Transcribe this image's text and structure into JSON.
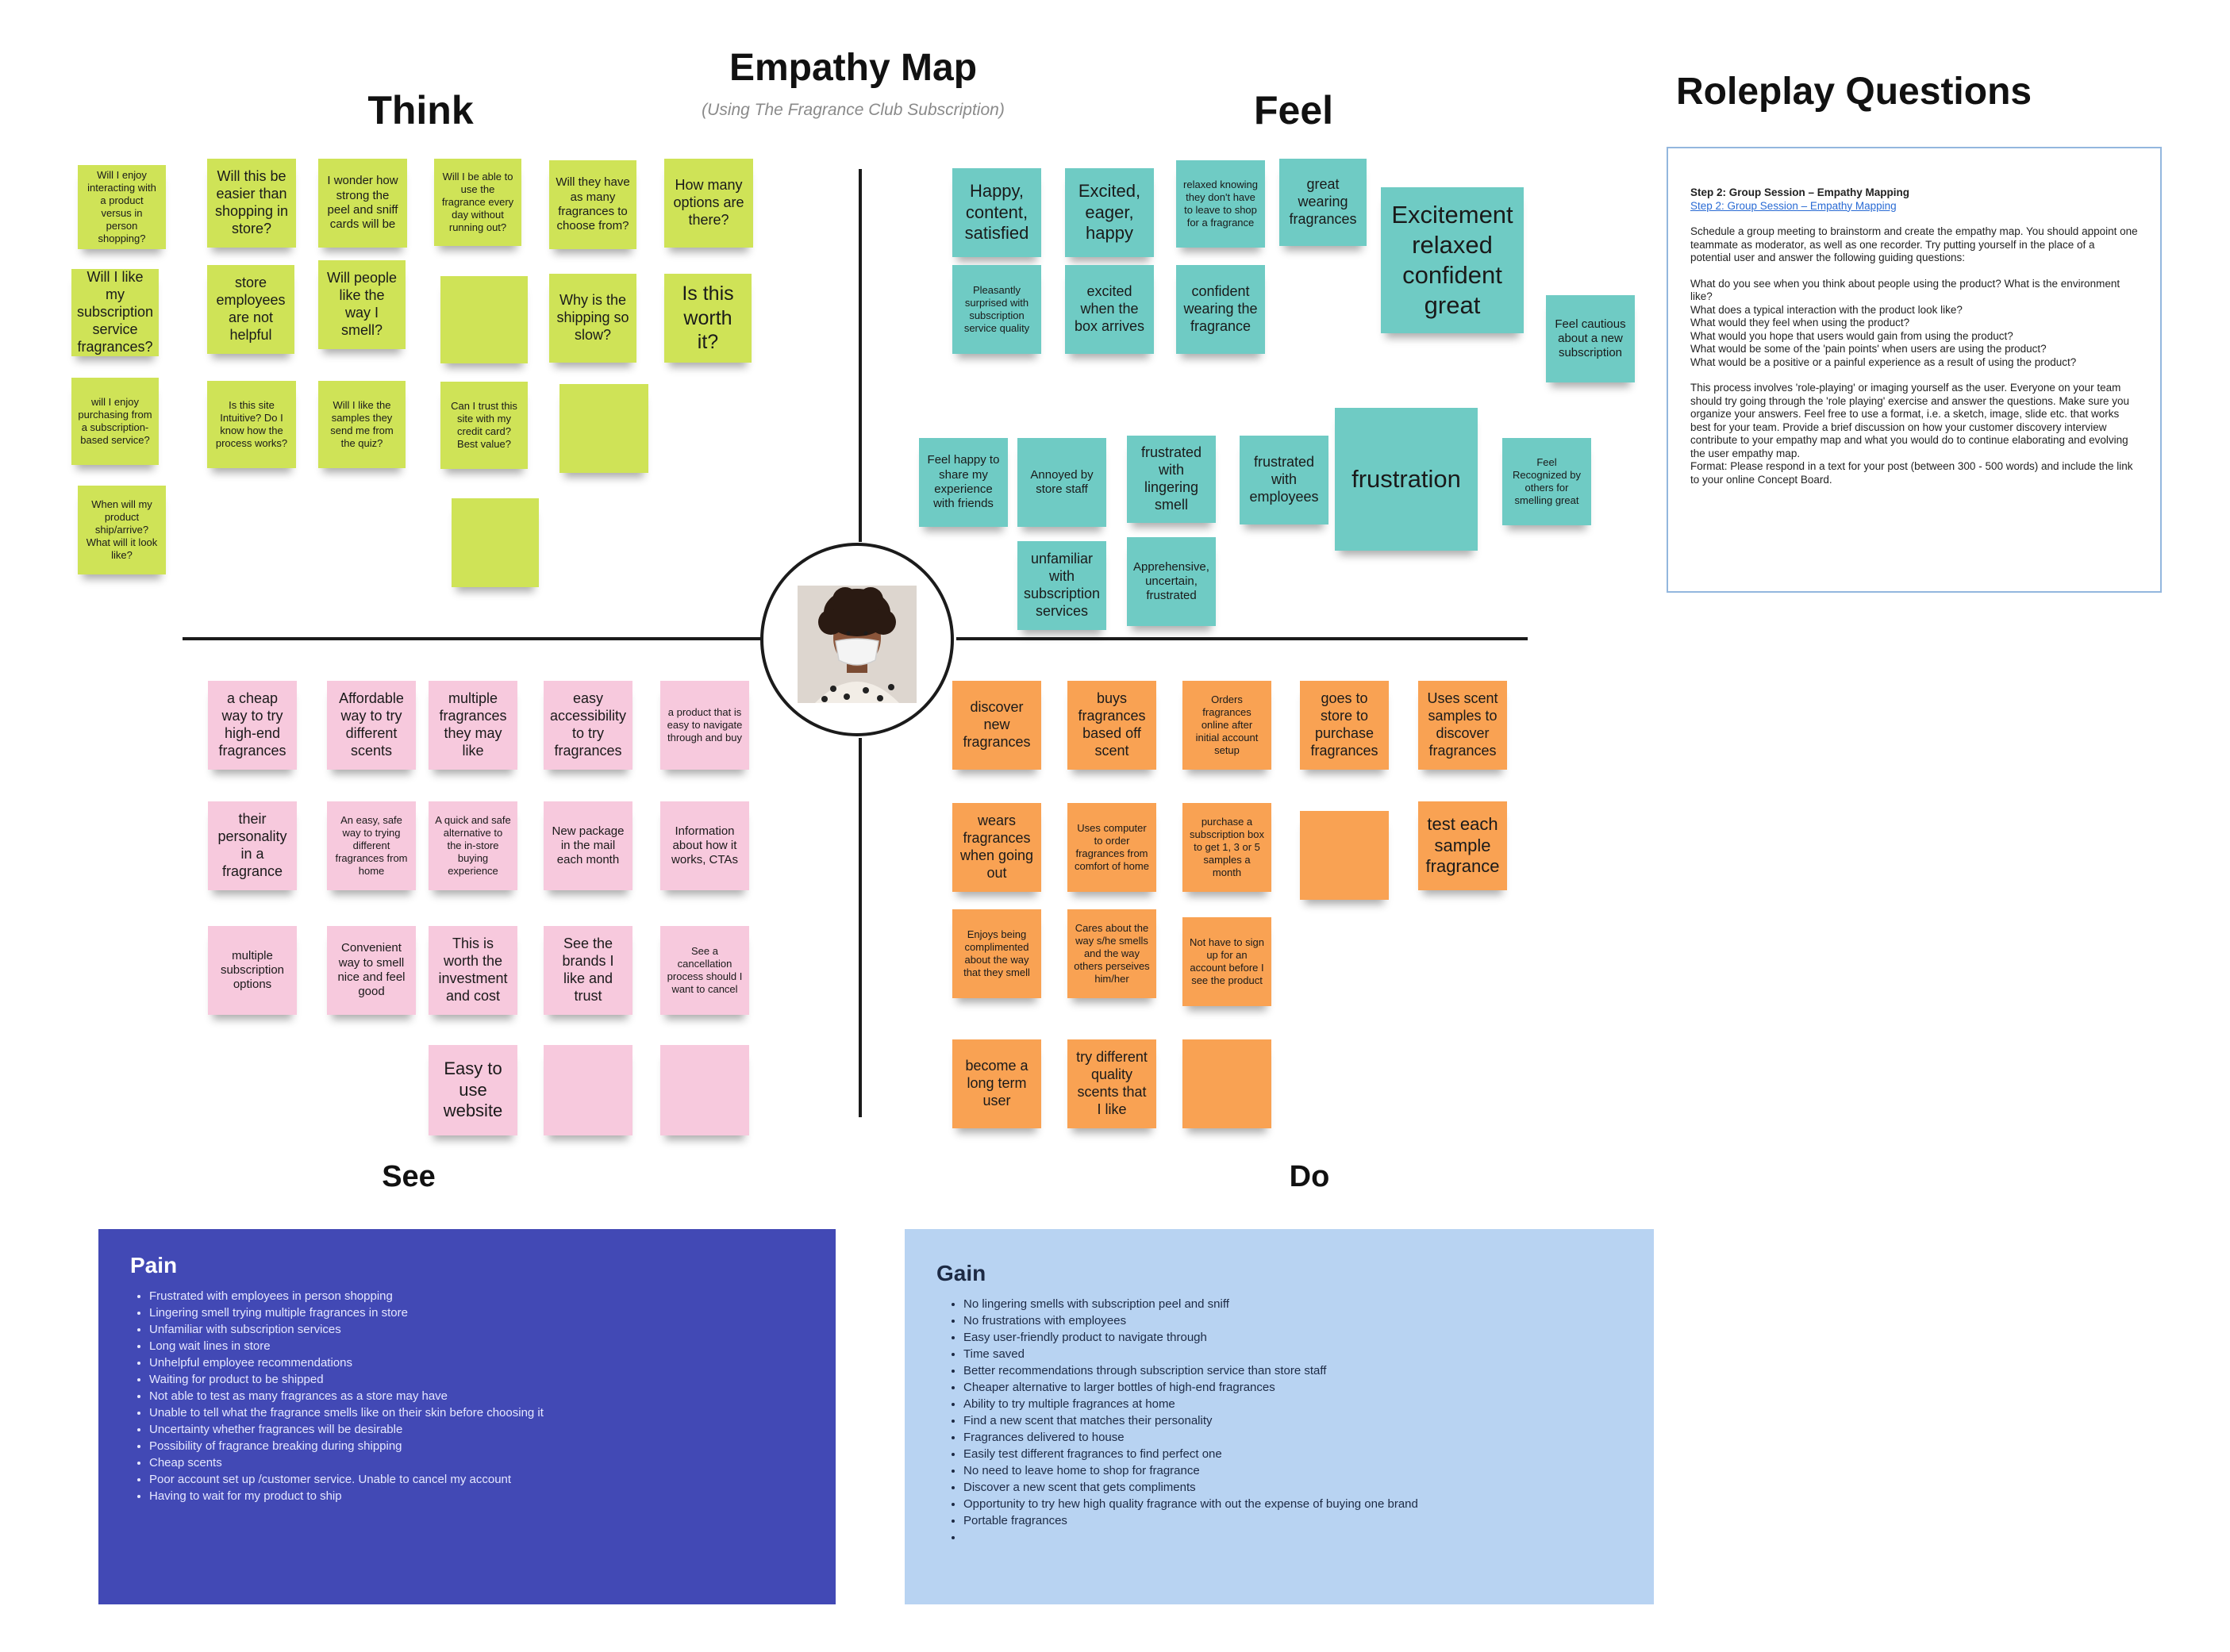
{
  "titles": {
    "main": "Empathy Map",
    "subtitle": "(Using The Fragrance Club Subscription)",
    "think": "Think",
    "feel": "Feel",
    "see": "See",
    "do": "Do",
    "roleplay": "Roleplay Questions"
  },
  "colors": {
    "think": "#cfe357",
    "feel": "#6fcbc4",
    "see": "#f7c9dd",
    "do": "#f9a253",
    "pain_bg": "#4249b5",
    "gain_bg": "#b8d3f2"
  },
  "center": {
    "icon": "person-avatar-icon"
  },
  "think_notes": [
    "Will I enjoy interacting with a product versus in person shopping?",
    "Will I like my subscription service fragrances?",
    "will I enjoy purchasing from a subscription-based service?",
    "When will my product ship/arrive? What will it look like?",
    "Will this be easier than shopping in store?",
    "store employees are not helpful",
    "Is this site Intuitive? Do I know how the process works?",
    "I wonder how strong the peel and sniff cards will be",
    "Will people like the way I smell?",
    "Will I like the samples they send me from the quiz?",
    "Will I be able to use the fragrance every day without running out?",
    "",
    "Can I trust this site with my credit card? Best value?",
    "",
    "Will they have as many fragrances to choose from?",
    "Why is the shipping so slow?",
    "",
    "How many options are there?",
    "Is this worth it?"
  ],
  "feel_notes": [
    "Happy, content, satisfied",
    "Excited, eager, happy",
    "relaxed knowing they don't have to leave to shop for a fragrance",
    "great wearing fragrances",
    "Excitement relaxed confident great",
    "Pleasantly surprised with subscription service quality",
    "excited when the box arrives",
    "confident wearing the fragrance",
    "Feel cautious about a new subscription",
    "Feel happy to share my experience with friends",
    "Annoyed by store staff",
    "frustrated with lingering smell",
    "frustrated with employees",
    "frustration",
    "Feel Recognized by others for smelling great",
    "unfamiliar with subscription services",
    "Apprehensive, uncertain, frustrated"
  ],
  "see_notes": [
    "a cheap way to try high-end fragrances",
    "Affordable way to try different scents",
    "multiple fragrances they may like",
    "easy accessibility to try fragrances",
    "a product that is easy to navigate through and buy",
    "their personality in a fragrance",
    "An easy, safe way to trying different fragrances from home",
    "A quick and safe alternative to the in-store buying experience",
    "New package in the mail each month",
    "Information about how it works, CTAs",
    "multiple subscription options",
    "Convenient way to smell nice and feel good",
    "This is worth the investment and cost",
    "See the brands I like and trust",
    "See a cancellation process should I want to cancel",
    "Easy to use website",
    "",
    ""
  ],
  "do_notes": [
    "discover new fragrances",
    "buys fragrances based off scent",
    "Orders fragrances online after initial account setup",
    "goes to store to purchase fragrances",
    "Uses scent samples to discover fragrances",
    "wears fragrances when going out",
    "Uses computer to order fragrances from comfort of home",
    "purchase a subscription box to get 1, 3 or 5 samples a month",
    "",
    "test each sample fragrance",
    "Enjoys being complimented about the way that they smell",
    "Cares about  the way s/he smells and the way others perseives him/her",
    "Not have to sign up for an account before I see the product",
    "become a long term user",
    "try different quality scents that I like",
    ""
  ],
  "pain": {
    "title": "Pain",
    "items": [
      "Frustrated with employees in person shopping",
      "Lingering smell trying multiple fragrances in store",
      "Unfamiliar with subscription services",
      "Long wait lines in store",
      "Unhelpful employee recommendations",
      "Waiting for product to be shipped",
      "Not able to test as many fragrances as a store may have",
      "Unable to tell what the fragrance smells like on their skin before choosing it",
      "Uncertainty whether fragrances will be desirable",
      "Possibility of fragrance breaking during shipping",
      "Cheap scents",
      "Poor account set up /customer service. Unable to cancel my account",
      "Having to wait for my product to ship"
    ]
  },
  "gain": {
    "title": "Gain",
    "items": [
      "No lingering smells with subscription peel and sniff",
      "No frustrations with employees",
      "Easy user-friendly product to navigate through",
      "Time saved",
      "Better recommendations through subscription service than store staff",
      "Cheaper alternative to larger bottles of high-end fragrances",
      "Ability to try multiple fragrances at home",
      "Find a new scent that matches their personality",
      "Fragrances delivered to house",
      "Easily test different fragrances to find perfect one",
      "No need to leave home to shop for fragrance",
      "Discover a new scent that gets compliments",
      "Opportunity to try hew high quality fragrance with out the expense of buying one brand",
      "Portable fragrances",
      ""
    ]
  },
  "roleplay": {
    "heading": "Step 2: Group Session – Empathy Mapping",
    "link": "Step 2: Group Session – Empathy Mapping",
    "p1": "Schedule a group meeting to brainstorm and create the empathy map. You should appoint one teammate as moderator, as well as one recorder. Try putting yourself in the place of a potential user and answer the following guiding questions:",
    "p2": "What do you see when you think about people using the product? What is the environment like?\nWhat does a typical interaction with the product look like?\nWhat would they feel when using the product?\nWhat would you hope that users would gain from using the product?\nWhat would be some of the 'pain points' when users are using the product?\nWhat would be a positive or a painful experience as a result of using the product?",
    "p3": "This process involves 'role-playing' or imaging yourself as the user. Everyone on your team should try going through the 'role playing' exercise and answer the questions. Make sure you organize your answers. Feel free to use a format, i.e. a sketch, image, slide etc. that works best for your team. Provide a brief discussion on how your customer discovery interview contribute to your empathy map and what you would do to continue elaborating and evolving the user empathy map.\nFormat: Please respond in a text  for your post (between 300 - 500 words) and include the link to your online Concept Board."
  }
}
